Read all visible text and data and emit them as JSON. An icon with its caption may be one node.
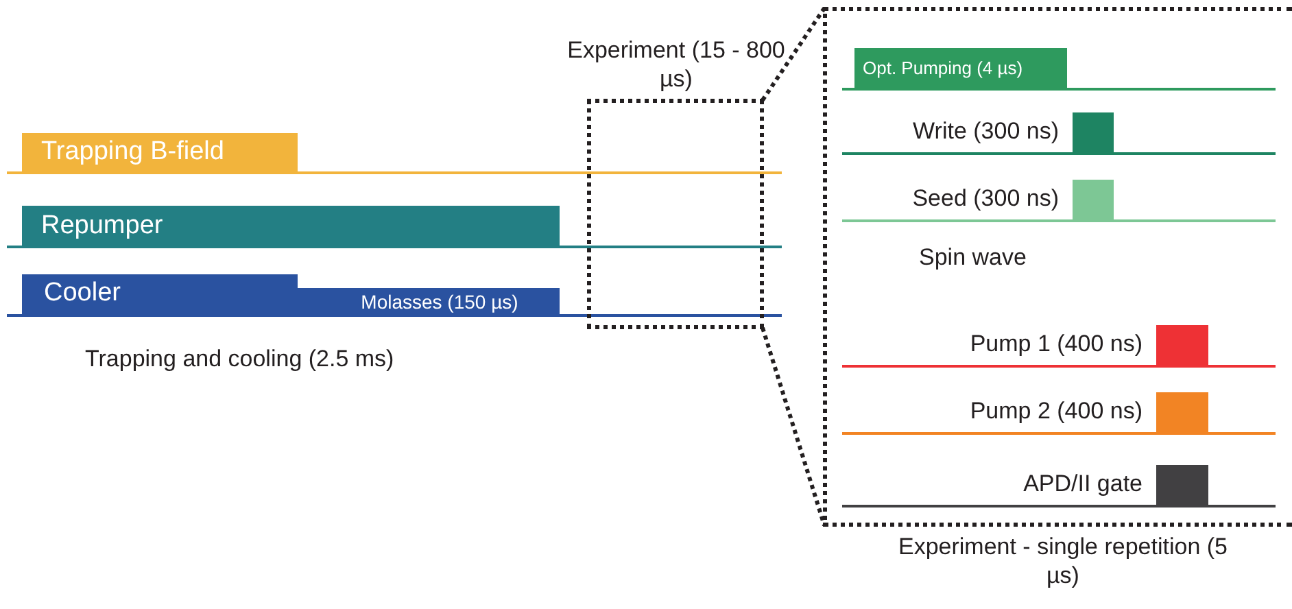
{
  "diagram": {
    "nodes": [
      {
        "text": [
          "Trapping B-field"
        ]
      },
      {
        "text": [
          "Repumper"
        ]
      },
      {
        "text": [
          "Cooler",
          "Molasses (150 µs)"
        ]
      },
      {
        "text": [
          "Experiment (15 - 800 µs)"
        ]
      },
      {
        "text": [
          "Experiment - single repetition (5 µs)"
        ]
      },
      {
        "text": [
          "Opt. Pumping (4 µs)"
        ],
        "in": 4
      },
      {
        "text": [],
        "shape": "box",
        "beside": [
          "Write (300 ns)"
        ],
        "in": 4
      },
      {
        "text": [],
        "shape": "box",
        "beside": [
          "Seed (300 ns)"
        ],
        "in": 4
      },
      {
        "text": [],
        "shape": "box",
        "beside": [
          "Pump 1 (400 ns)"
        ],
        "in": 4
      },
      {
        "text": [],
        "shape": "box",
        "beside": [
          "Pump 2 (400 ns)"
        ],
        "in": 4
      },
      {
        "text": [],
        "shape": "box",
        "beside": [
          "APD/II gate"
        ],
        "in": 4
      }
    ],
    "edges": [
      {
        "from": 3,
        "to": 4,
        "arrow": "none",
        "style": "dashed"
      },
      {
        "from": 3,
        "to": 4,
        "arrow": "none",
        "style": "dashed"
      }
    ],
    "labels": [
      "Trapping and cooling (2.5 ms)",
      "Spin wave"
    ]
  }
}
